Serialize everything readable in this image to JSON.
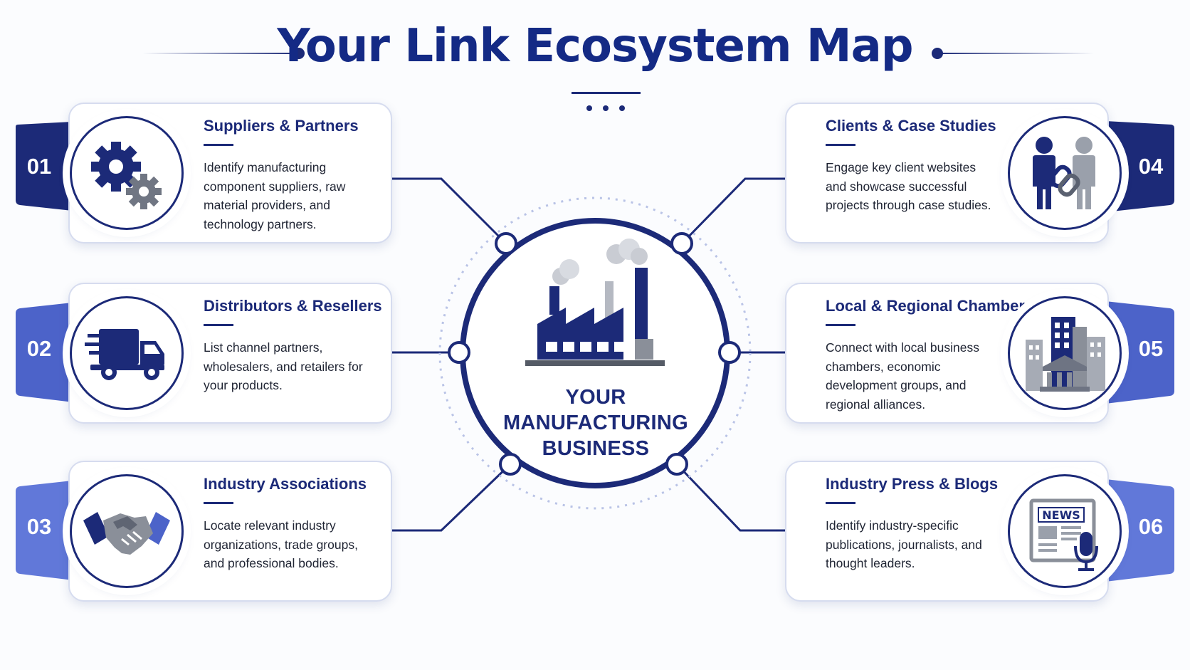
{
  "title": "Your Link Ecosystem Map",
  "center": {
    "lines": [
      "YOUR",
      "MANUFACTURING",
      "BUSINESS"
    ]
  },
  "colors": {
    "navy": "#1c2a78",
    "blue": "#5f77d6",
    "gray": "#8a8f99",
    "card_border": "#d6dcef"
  },
  "items": [
    {
      "number": "01",
      "title": "Suppliers & Partners",
      "description": "Identify manufacturing component suppliers, raw material providers, and technology partners.",
      "icon": "gears-icon",
      "side": "left"
    },
    {
      "number": "02",
      "title": "Distributors & Resellers",
      "description": "List channel partners, wholesalers, and retailers for your products.",
      "icon": "delivery-truck-icon",
      "side": "left"
    },
    {
      "number": "03",
      "title": "Industry Associations",
      "description": "Locate relevant industry organizations, trade groups, and professional bodies.",
      "icon": "handshake-icon",
      "side": "left"
    },
    {
      "number": "04",
      "title": "Clients & Case Studies",
      "description": "Engage key client websites and showcase successful projects through case studies.",
      "icon": "linked-people-icon",
      "side": "right"
    },
    {
      "number": "05",
      "title": "Local & Regional Chambers",
      "description": "Connect with local business chambers, economic development groups, and regional alliances.",
      "icon": "city-buildings-icon",
      "side": "right"
    },
    {
      "number": "06",
      "title": "Industry Press & Blogs",
      "description": "Identify industry-specific publications, journalists, and thought leaders.",
      "icon": "newspaper-microphone-icon",
      "side": "right",
      "icon_text": "NEWS"
    }
  ]
}
